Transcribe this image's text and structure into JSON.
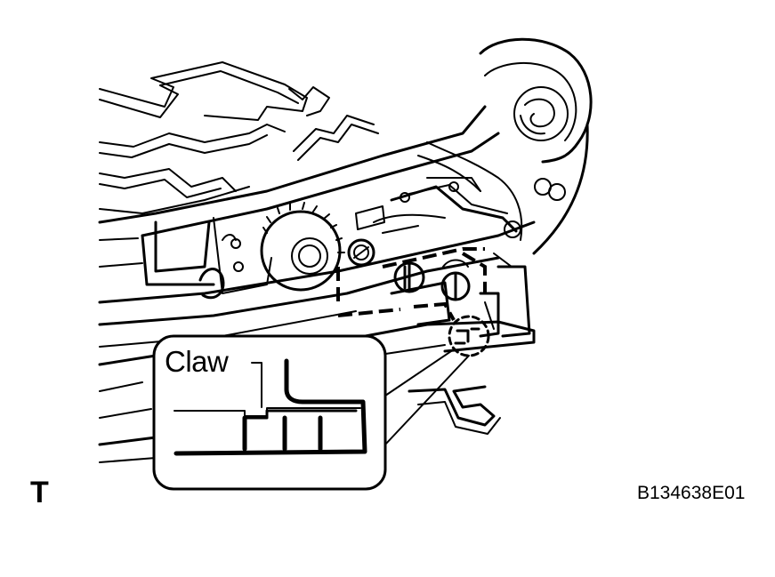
{
  "callout": {
    "label": "Claw"
  },
  "view_mark": "T",
  "figure_code": "B134638E01"
}
